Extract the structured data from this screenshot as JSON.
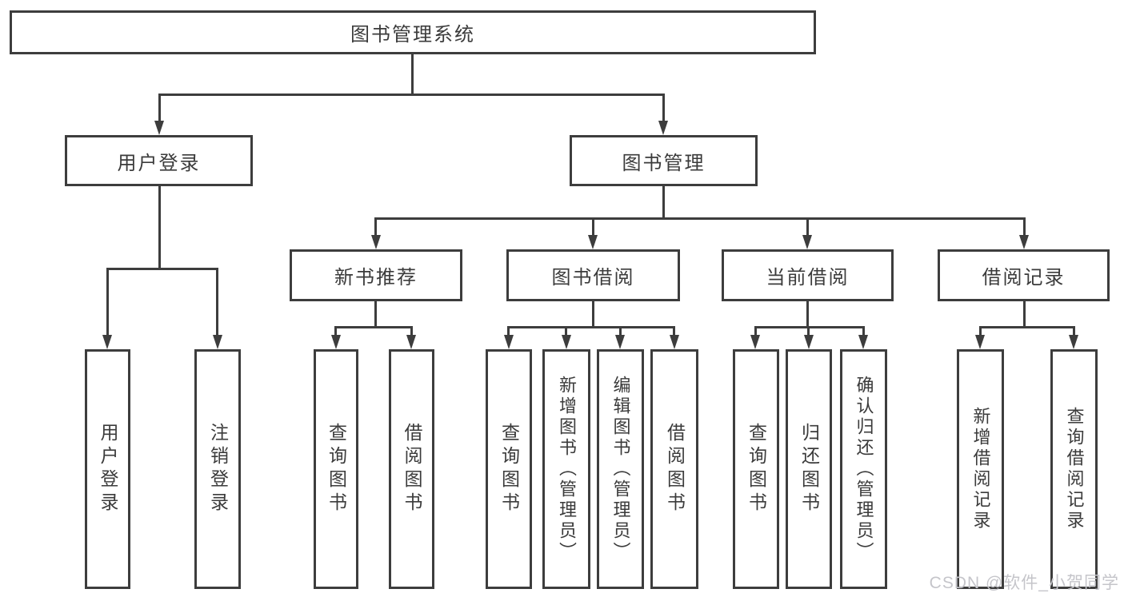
{
  "nodes": {
    "root": "图书管理系统",
    "level2": [
      "用户登录",
      "图书管理"
    ],
    "level3": [
      "新书推荐",
      "图书借阅",
      "当前借阅",
      "借阅记录"
    ],
    "leaves": {
      "login": [
        "用户登录",
        "注销登录"
      ],
      "recommend": [
        "查询图书",
        "借阅图书"
      ],
      "borrow": [
        "查询图书",
        "新增图书（管理员）",
        "编辑图书（管理员）",
        "借阅图书"
      ],
      "current": [
        "查询图书",
        "归还图书",
        "确认归还（管理员）"
      ],
      "records": [
        "新增借阅记录",
        "查询借阅记录"
      ]
    }
  },
  "watermark": "CSDN @软件_小贺同学",
  "colors": {
    "line": "#3d3d3d",
    "text": "#3b3b3b",
    "background": "#ffffff",
    "watermark": "#c5c5ca"
  }
}
